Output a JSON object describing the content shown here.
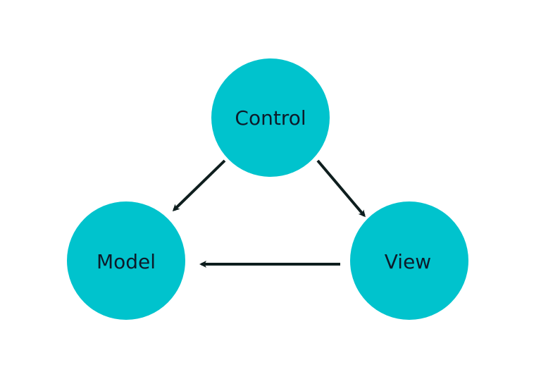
{
  "colors": {
    "node_fill": "#00c3cd",
    "arrow": "#0e1e1e",
    "label": "#0d1b2a",
    "background": "#ffffff"
  },
  "nodes": {
    "control": {
      "label": "Control"
    },
    "model": {
      "label": "Model"
    },
    "view": {
      "label": "View"
    }
  },
  "edges": [
    {
      "from": "control",
      "to": "model"
    },
    {
      "from": "control",
      "to": "view"
    },
    {
      "from": "view",
      "to": "model"
    }
  ]
}
